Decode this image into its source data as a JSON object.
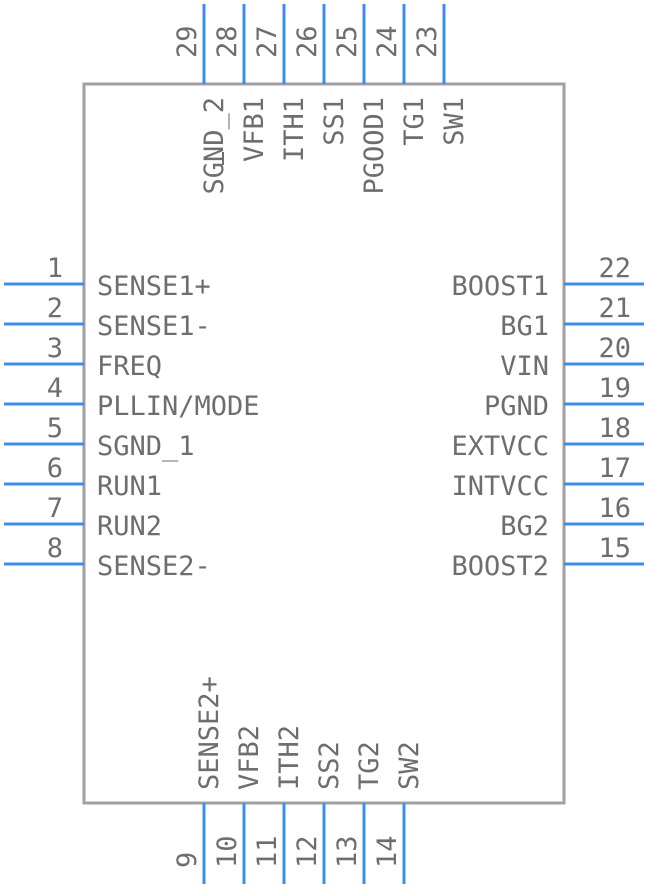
{
  "component": {
    "style": {
      "body_stroke": "#a0a0a0",
      "pin_color": "#3c8fe8",
      "text_color": "#6e6e6e",
      "background": "#ffffff"
    },
    "pins_left": [
      {
        "number": "1",
        "name": "SENSE1+"
      },
      {
        "number": "2",
        "name": "SENSE1-"
      },
      {
        "number": "3",
        "name": "FREQ"
      },
      {
        "number": "4",
        "name": "PLLIN/MODE"
      },
      {
        "number": "5",
        "name": "SGND_1"
      },
      {
        "number": "6",
        "name": "RUN1"
      },
      {
        "number": "7",
        "name": "RUN2"
      },
      {
        "number": "8",
        "name": "SENSE2-"
      }
    ],
    "pins_right": [
      {
        "number": "22",
        "name": "BOOST1"
      },
      {
        "number": "21",
        "name": "BG1"
      },
      {
        "number": "20",
        "name": "VIN"
      },
      {
        "number": "19",
        "name": "PGND"
      },
      {
        "number": "18",
        "name": "EXTVCC"
      },
      {
        "number": "17",
        "name": "INTVCC"
      },
      {
        "number": "16",
        "name": "BG2"
      },
      {
        "number": "15",
        "name": "BOOST2"
      }
    ],
    "pins_top": [
      {
        "number": "29",
        "name": "SGND_2"
      },
      {
        "number": "28",
        "name": "VFB1"
      },
      {
        "number": "27",
        "name": "ITH1"
      },
      {
        "number": "26",
        "name": "SS1"
      },
      {
        "number": "25",
        "name": "PGOOD1"
      },
      {
        "number": "24",
        "name": "TG1"
      },
      {
        "number": "23",
        "name": "SW1"
      }
    ],
    "pins_bottom": [
      {
        "number": "9",
        "name": "SENSE2+"
      },
      {
        "number": "10",
        "name": "VFB2"
      },
      {
        "number": "11",
        "name": "ITH2"
      },
      {
        "number": "12",
        "name": "SS2"
      },
      {
        "number": "13",
        "name": "TG2"
      },
      {
        "number": "14",
        "name": "SW2"
      }
    ]
  }
}
